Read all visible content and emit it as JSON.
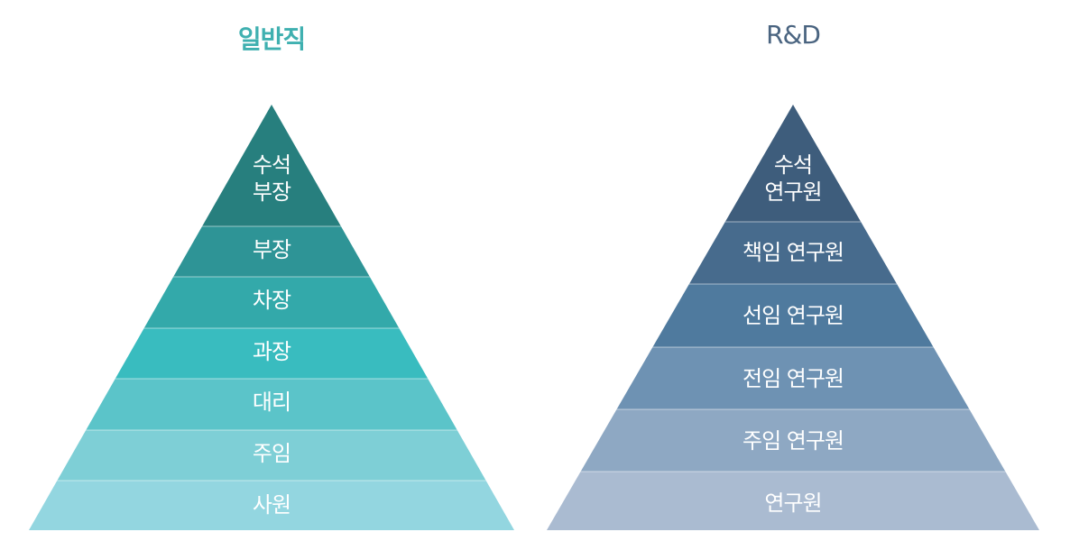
{
  "general": {
    "title": "일반직",
    "color": "#3fb0b0",
    "levels": [
      {
        "line1": "수석",
        "line2": "부장",
        "color": "#277f7e"
      },
      {
        "label": "부장",
        "color": "#2e9496"
      },
      {
        "label": "차장",
        "color": "#33a9aa"
      },
      {
        "label": "과장",
        "color": "#39bcbf"
      },
      {
        "label": "대리",
        "color": "#5bc4c9"
      },
      {
        "label": "주임",
        "color": "#7ecfd6"
      },
      {
        "label": "사원",
        "color": "#93d6e0"
      }
    ]
  },
  "rnd": {
    "title": "R&D",
    "color": "#4a6480",
    "levels": [
      {
        "line1": "수석",
        "line2": "연구원",
        "color": "#3e5d7c"
      },
      {
        "label": "책임 연구원",
        "color": "#476b8d"
      },
      {
        "label": "선임 연구원",
        "color": "#4f7a9e"
      },
      {
        "label": "전임 연구원",
        "color": "#6e92b3"
      },
      {
        "label": "주임 연구원",
        "color": "#8ea8c3"
      },
      {
        "label": "연구원",
        "color": "#aabbd1"
      }
    ]
  }
}
